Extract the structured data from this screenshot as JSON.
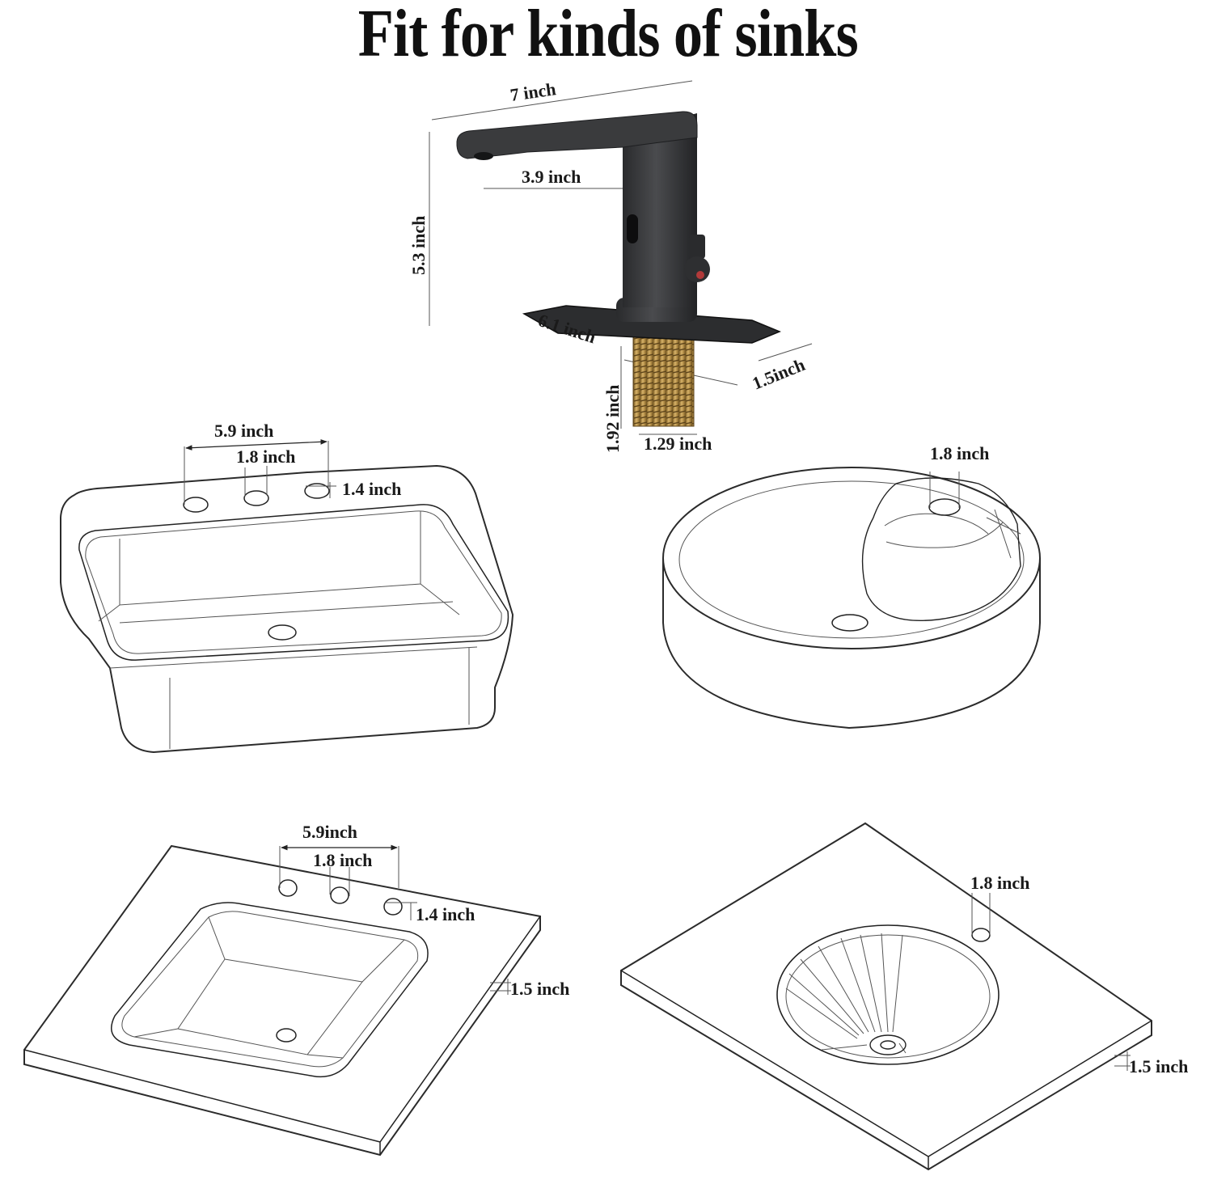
{
  "title": "Fit for kinds of sinks",
  "colors": {
    "faucet": "#3a3b3d",
    "faucet_dark": "#1e1f21",
    "brass": "#b8924a",
    "line": "#222222"
  },
  "faucet": {
    "width": "7 inch",
    "spout_reach": "3.9 inch",
    "height": "5.3 inch",
    "plate_length": "6.1 inch",
    "plate_width": "1.5inch",
    "shank_length": "1.92 inch",
    "shank_diameter": "1.29 inch"
  },
  "rect_vessel_sink": {
    "spread": "5.9 inch",
    "spacing": "1.8 inch",
    "hole": "1.4 inch"
  },
  "round_vessel_sink": {
    "hole": "1.8 inch"
  },
  "square_vanity_top": {
    "spread": "5.9inch",
    "spacing": "1.8 inch",
    "hole": "1.4 inch",
    "thickness": "1.5 inch"
  },
  "oval_vanity_top": {
    "hole": "1.8 inch",
    "thickness": "1.5 inch"
  }
}
